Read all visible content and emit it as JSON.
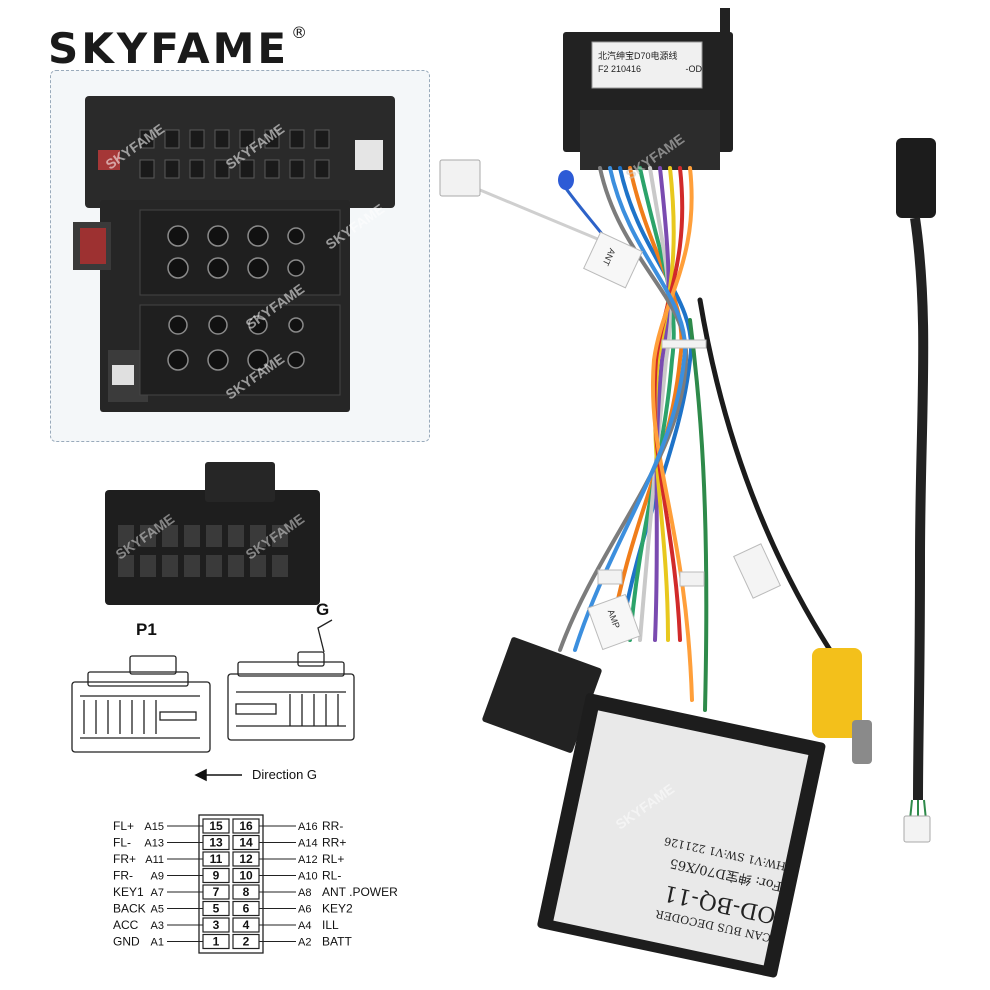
{
  "brand": {
    "name": "SKYFAME",
    "mark": "®"
  },
  "watermark": "SKYFAME",
  "connector_labels": {
    "p1": "P1",
    "g": "G",
    "direction": "Direction G"
  },
  "pinout": {
    "left": [
      {
        "func": "FL+",
        "pin": "A15",
        "num": "15"
      },
      {
        "func": "FL-",
        "pin": "A13",
        "num": "13"
      },
      {
        "func": "FR+",
        "pin": "A11",
        "num": "11"
      },
      {
        "func": "FR-",
        "pin": "A9",
        "num": "9"
      },
      {
        "func": "KEY1",
        "pin": "A7",
        "num": "7"
      },
      {
        "func": "BACK",
        "pin": "A5",
        "num": "5"
      },
      {
        "func": "ACC",
        "pin": "A3",
        "num": "3"
      },
      {
        "func": "GND",
        "pin": "A1",
        "num": "1"
      }
    ],
    "right": [
      {
        "func": "RR-",
        "pin": "A16",
        "num": "16"
      },
      {
        "func": "RR+",
        "pin": "A14",
        "num": "14"
      },
      {
        "func": "RL+",
        "pin": "A12",
        "num": "12"
      },
      {
        "func": "RL-",
        "pin": "A10",
        "num": "10"
      },
      {
        "func": "ANT .POWER",
        "pin": "A8",
        "num": "8"
      },
      {
        "func": "KEY2",
        "pin": "A6",
        "num": "6"
      },
      {
        "func": "ILL",
        "pin": "A4",
        "num": "4"
      },
      {
        "func": "BATT",
        "pin": "A2",
        "num": "2"
      }
    ]
  },
  "harness_label": {
    "line1": "北汽绅宝D70电源线",
    "line2": "F2 210416",
    "line3": "-OD"
  },
  "tags": {
    "ant": "ANT",
    "amp": "AMP"
  },
  "decoder": {
    "line1": "CAN BUS DECODER",
    "line2": "OD-BQ-11",
    "line3": "For: 绅宝D70/X65",
    "line4": "HW:V1  SW:V1  221126"
  }
}
